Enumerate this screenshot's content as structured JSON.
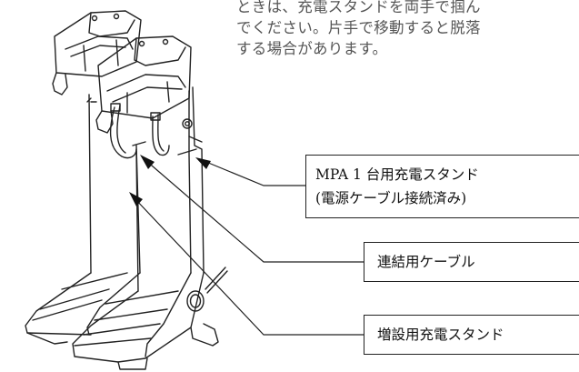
{
  "note": {
    "lines": [
      "ときは、充電スタンドを両手で掴ん",
      "でください。片手で移動すると脱落",
      "する場合があります。"
    ]
  },
  "callouts": {
    "charging_stand": {
      "line1": "MPA 1 台用充電スタンド",
      "line2": "(電源ケーブル接続済み)"
    },
    "cable": {
      "label": "連結用ケーブル"
    },
    "extension_stand": {
      "label": "増設用充電スタンド"
    }
  },
  "colors": {
    "line": "#222222",
    "note_text": "#555555"
  }
}
